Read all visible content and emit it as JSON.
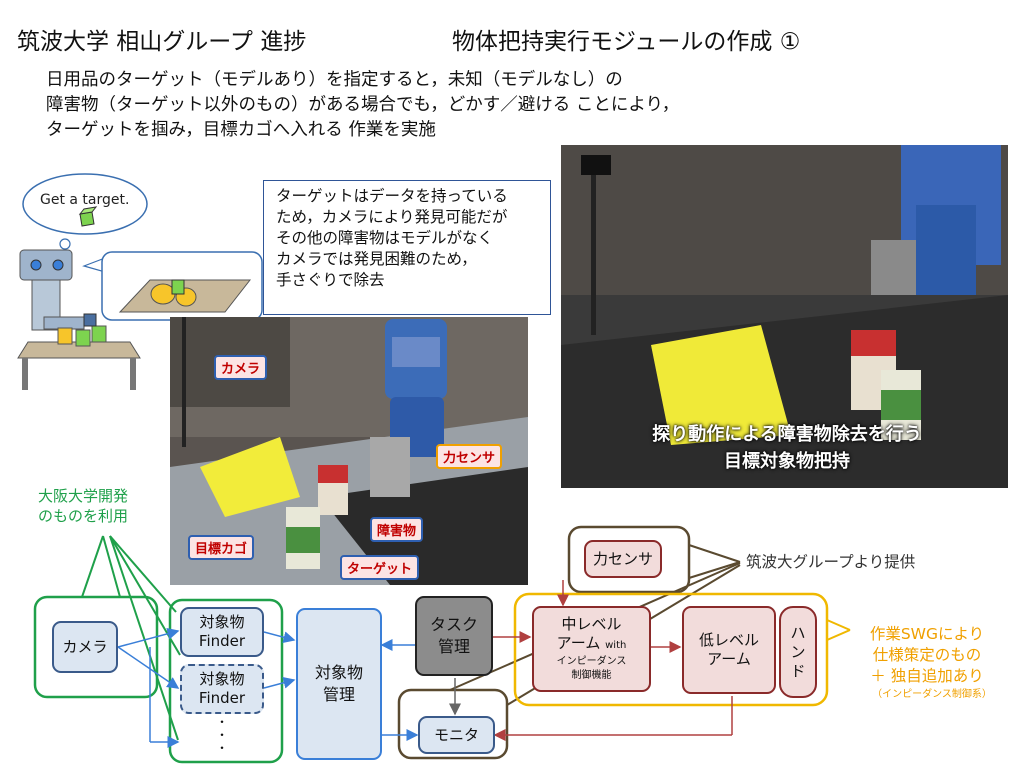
{
  "header": {
    "group": "筑波大学 相山グループ 進捗",
    "title": "物体把持実行モジュールの作成 ①"
  },
  "intro": {
    "line1": "日用品のターゲット（モデルあり）を指定すると，未知（モデルなし）の",
    "line2": "障害物（ターゲット以外のもの）がある場合でも，どかす／避ける ことにより，",
    "line3": "ターゲットを掴み，目標カゴへ入れる 作業を実施"
  },
  "illustration": {
    "bubble": "Get a target."
  },
  "note": {
    "line1": "ターゲットはデータを持っている",
    "line2": "ため，カメラにより発見可能だが",
    "line3": "その他の障害物はモデルがなく",
    "line4": "カメラでは発見困難のため，",
    "line5": "手さぐりで除去"
  },
  "photo_left": {
    "labels": {
      "camera": "カメラ",
      "force_sensor": "力センサ",
      "obstacle": "障害物",
      "basket": "目標カゴ",
      "target": "ターゲット"
    }
  },
  "photo_right": {
    "caption_line1": "探り動作による障害物除去を行う",
    "caption_line2": "目標対象物把持"
  },
  "diagram": {
    "osaka_label_line1": "大阪大学開発",
    "osaka_label_line2": "のものを利用",
    "tsukuba_label": "筑波大グループより提供",
    "swg_label_line1": "作業SWGにより",
    "swg_label_line2": "仕様策定のもの",
    "swg_label_line3": "＋ 独自追加あり",
    "swg_label_line4": "（インピーダンス制御系）",
    "camera": "カメラ",
    "finder1_line1": "対象物",
    "finder1_line2": "Finder",
    "finder2_line1": "対象物",
    "finder2_line2": "Finder",
    "finder_dots": "・\n・\n・",
    "object_mgmt_line1": "対象物",
    "object_mgmt_line2": "管理",
    "task_line1": "タスク",
    "task_line2": "管理",
    "monitor": "モニタ",
    "force_sensor": "力センサ",
    "mid_arm_line1": "中レベル",
    "mid_arm_line2": "アーム",
    "mid_arm_with": "with",
    "mid_arm_line3": "インピーダンス",
    "mid_arm_line4": "制御機能",
    "low_arm_line1": "低レベル",
    "low_arm_line2": "アーム",
    "hand_line1": "ハ",
    "hand_line2": "ン",
    "hand_line3": "ド"
  }
}
